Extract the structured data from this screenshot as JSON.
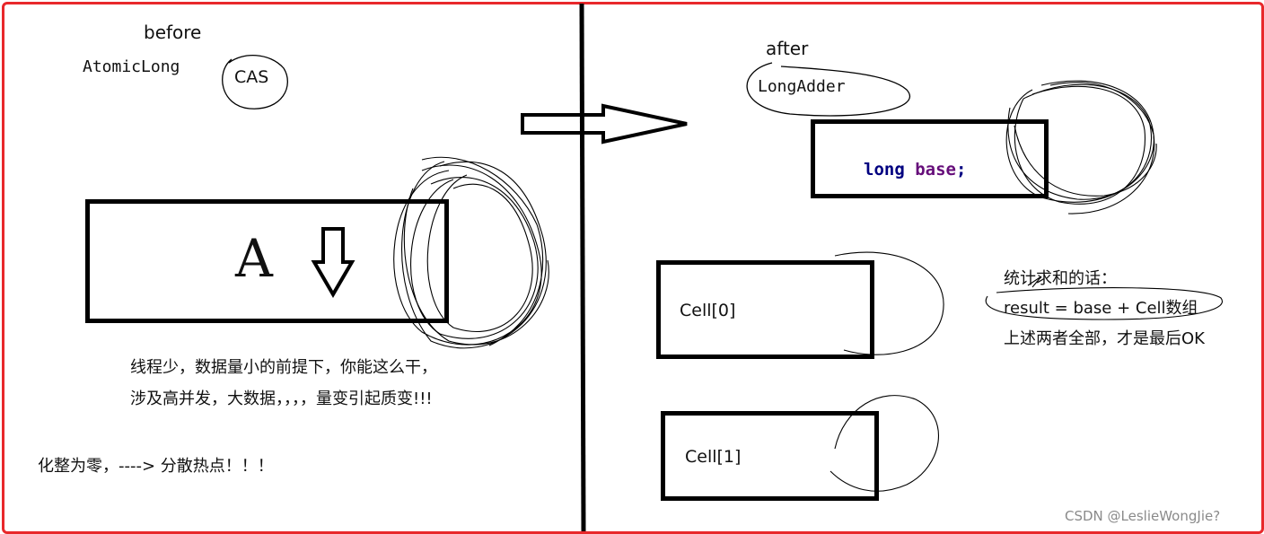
{
  "left": {
    "before_label": "before",
    "atomic_label": "AtomicLong",
    "cas_label": "CAS",
    "box_letter": "A",
    "note_line1": "线程少，数据量小的前提下，你能这么干，",
    "note_line2": "涉及高并发，大数据，，，，量变引起质变!!!",
    "summary": "化整为零，----> 分散热点！！！"
  },
  "right": {
    "after_label": "after",
    "adder_label": "LongAdder",
    "code_keyword": "long",
    "code_identifier": "base",
    "code_semicolon": ";",
    "cell0_label": "Cell[0]",
    "cell1_label": "Cell[1]",
    "sum_title": "统计求和的话：",
    "sum_formula": "result = base + Cell数组",
    "sum_conclusion": "上述两者全部，才是最后OK"
  },
  "watermark": "CSDN @LeslieWongJie?",
  "colors": {
    "frame": "#e8282b",
    "keyword": "#000080",
    "identifier": "#660e7a"
  }
}
